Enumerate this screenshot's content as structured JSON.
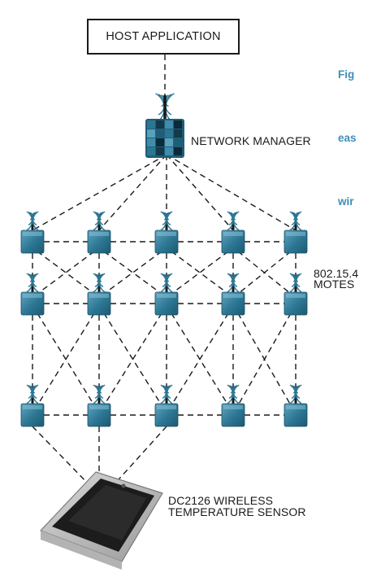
{
  "diagram": {
    "host_application": "HOST APPLICATION",
    "network_manager": "NETWORK MANAGER",
    "motes_label_line1": "802.15.4",
    "motes_label_line2": "MOTES",
    "sensor_label_line1": "DC2126 WIRELESS",
    "sensor_label_line2": "TEMPERATURE SENSOR",
    "caption_lines": [
      "Fig",
      "eas",
      "wir"
    ],
    "mote_rows": 3,
    "mote_columns": 5
  },
  "colors": {
    "mote_blue": "#2c7693",
    "caption_blue": "#3d8fb7",
    "line": "#1a1a1a"
  }
}
